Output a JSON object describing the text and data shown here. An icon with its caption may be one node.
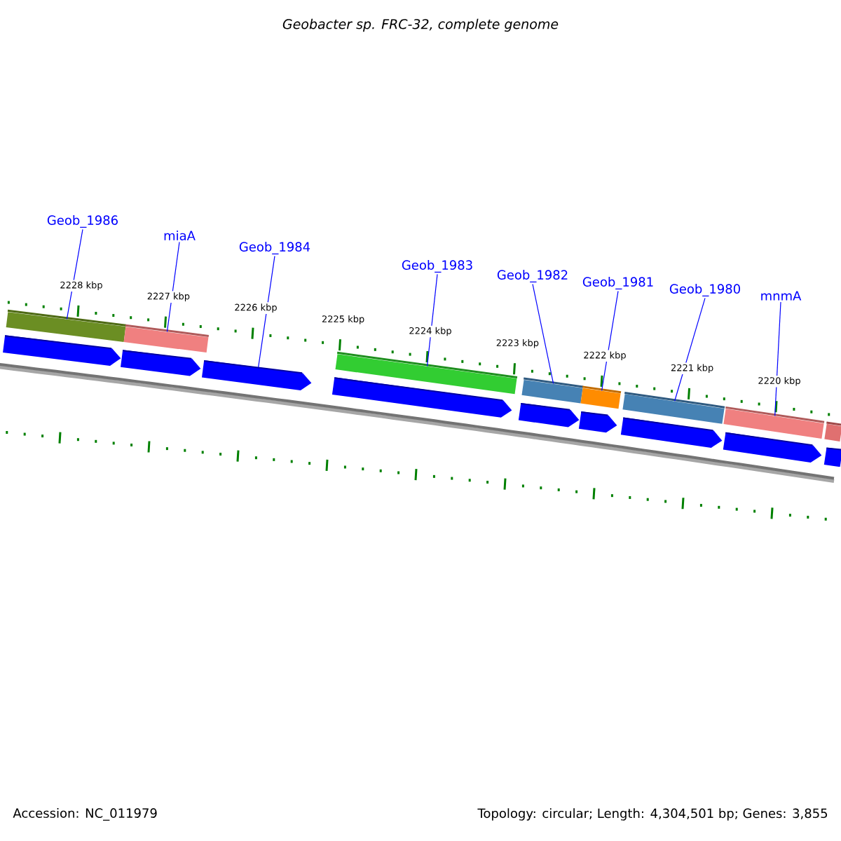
{
  "diagram": {
    "title": "Geobacter sp. FRC-32, complete genome",
    "nodes": [
      {
        "text": [
          "Geob_1986"
        ]
      },
      {
        "text": [
          "miaA"
        ]
      },
      {
        "text": [
          "Geob_1984"
        ]
      },
      {
        "text": [
          "Geob_1983"
        ]
      },
      {
        "text": [
          "Geob_1982"
        ]
      },
      {
        "text": [
          "Geob_1981"
        ]
      },
      {
        "text": [
          "Geob_1980"
        ]
      },
      {
        "text": [
          "mnmA"
        ]
      },
      {
        "text": [],
        "shape": "bar"
      },
      {
        "text": [],
        "shape": "bar"
      },
      {
        "text": [],
        "shape": "bar"
      },
      {
        "text": [],
        "shape": "bar"
      },
      {
        "text": [],
        "shape": "bar"
      },
      {
        "text": [],
        "shape": "bar"
      },
      {
        "text": [],
        "shape": "bar"
      },
      {
        "text": [],
        "shape": "bar"
      },
      {
        "text": [],
        "shape": "arrow"
      },
      {
        "text": [],
        "shape": "arrow"
      },
      {
        "text": [],
        "shape": "arrow"
      },
      {
        "text": [],
        "shape": "arrow"
      },
      {
        "text": [],
        "shape": "arrow"
      },
      {
        "text": [],
        "shape": "arrow"
      },
      {
        "text": [],
        "shape": "arrow"
      },
      {
        "text": [],
        "shape": "arrow"
      },
      {
        "text": [],
        "shape": "arrow"
      }
    ],
    "edges": [
      {
        "from": 0,
        "to": 8,
        "arrow": "none"
      },
      {
        "from": 1,
        "to": 9,
        "arrow": "none"
      },
      {
        "from": 2,
        "to": 18,
        "arrow": "none"
      },
      {
        "from": 3,
        "to": 10,
        "arrow": "none"
      },
      {
        "from": 4,
        "to": 11,
        "arrow": "none"
      },
      {
        "from": 5,
        "to": 12,
        "arrow": "none"
      },
      {
        "from": 6,
        "to": 13,
        "arrow": "none"
      },
      {
        "from": 7,
        "to": 14,
        "arrow": "none"
      }
    ],
    "labels": [
      "2228 kbp",
      "2227 kbp",
      "2226 kbp",
      "2225 kbp",
      "2224 kbp",
      "2223 kbp",
      "2222 kbp",
      "2221 kbp",
      "2220 kbp",
      "Accession: NC_011979",
      "Topology: circular; Length: 4,304,501 bp; Genes: 3,855"
    ]
  }
}
